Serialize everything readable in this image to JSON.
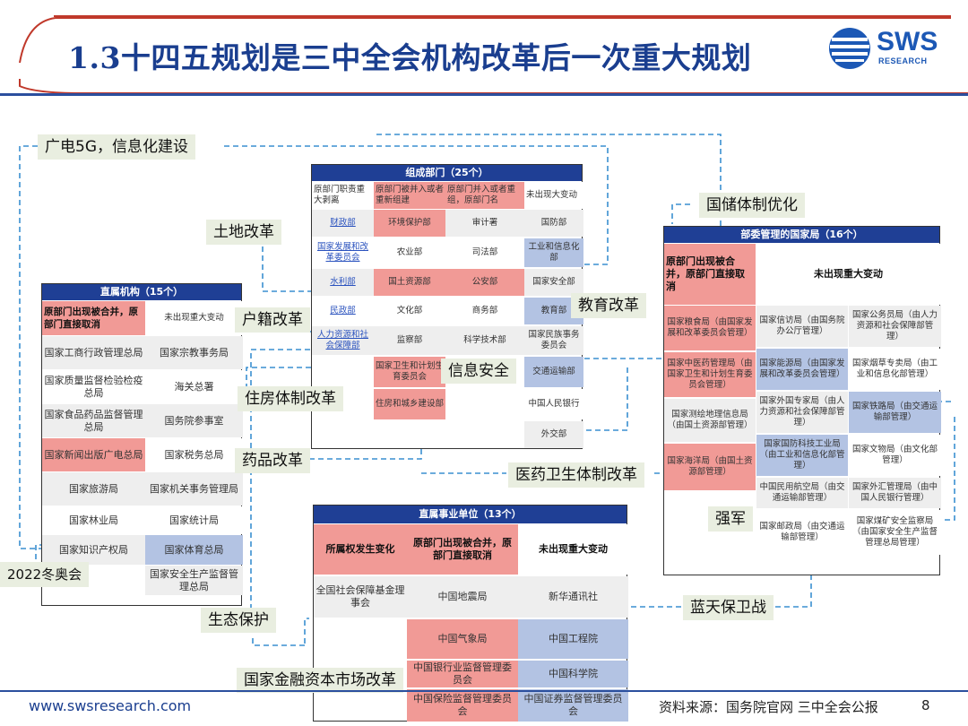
{
  "header": {
    "title": "1.3十四五规划是三中全会机构改革后一次重大规划",
    "logo_text": "SWS",
    "logo_sub": "RESEARCH"
  },
  "footer": {
    "url": "www.swsresearch.com",
    "source": "资料来源：国务院官网  三中全会公报",
    "page": "8"
  },
  "labels": {
    "gd5g": "广电5G，信息化建设",
    "land": "土地改革",
    "huji": "户籍改革",
    "housing": "住房体制改革",
    "drug": "药品改革",
    "olympics": "2022冬奥会",
    "eco": "生态保护",
    "finance": "国家金融资本市场改革",
    "reserve": "国储体制优化",
    "edu": "教育改革",
    "infosec": "信息安全",
    "medical": "医药卫生体制改革",
    "army": "强军",
    "bluesky": "蓝天保卫战"
  },
  "zubu": {
    "caption": "组成部门（25个）",
    "h1": "原部门职责重大剥离",
    "h2": "原部门被并入或者重新组建",
    "h3": "原部门并入或者重组，原部门名",
    "h4": "未出现大变动",
    "r1": [
      "财政部",
      "环境保护部",
      "审计署",
      "国防部"
    ],
    "r2": [
      "国家发展和改革委员会",
      "农业部",
      "司法部",
      "工业和信息化部"
    ],
    "r3": [
      "水利部",
      "国土资源部",
      "公安部",
      "国家安全部"
    ],
    "r4": [
      "民政部",
      "文化部",
      "商务部",
      "教育部"
    ],
    "r5": [
      "人力资源和社会保障部",
      "监察部",
      "科学技术部",
      "国家民族事务委员会"
    ],
    "r6": [
      "国家卫生和计划生育委员会",
      "交通运输部"
    ],
    "r7": [
      "住房和城乡建设部",
      "中国人民银行"
    ],
    "r8": [
      "外交部"
    ]
  },
  "zhishu": {
    "caption": "直属机构（15个）",
    "h1": "原部门出现被合并，原部门直接取消",
    "h2": "未出现重大变动",
    "rows": [
      [
        "国家工商行政管理总局",
        "国家宗教事务局"
      ],
      [
        "国家质量监督检验检疫总局",
        "海关总署"
      ],
      [
        "国家食品药品监督管理总局",
        "国务院参事室"
      ],
      [
        "国家新闻出版广电总局",
        "国家税务总局"
      ],
      [
        "国家旅游局",
        "国家机关事务管理局"
      ],
      [
        "国家林业局",
        "国家统计局"
      ],
      [
        "国家知识产权局",
        "国家体育总局"
      ],
      [
        "",
        "国家安全生产监督管理总局"
      ]
    ]
  },
  "shiye": {
    "caption": "直属事业单位（13个）",
    "h1": "所属权发生变化",
    "h2": "原部门出现被合并，原部门直接取消",
    "h3": "未出现重大变动",
    "r1": [
      "全国社会保障基金理事会",
      "中国地震局",
      "新华通讯社"
    ],
    "r2": [
      "中国气象局",
      "中国工程院"
    ],
    "r3": [
      "中国银行业监督管理委员会",
      "中国科学院"
    ],
    "r4": [
      "中国保险监督管理委员会",
      "中国证券监督管理委员会"
    ]
  },
  "juju": {
    "caption": "部委管理的国家局（16个）",
    "h1": "原部门出现被合并，原部门直接取消",
    "h2": "未出现重大变动",
    "c1": [
      "国家粮食局（由国家发展和改革委员会管理）",
      "国家中医药管理局（由国家卫生和计划生育委员会管理）",
      "国家测绘地理信息局（由国土资源部管理）",
      "国家海洋局（由国土资源部管理）"
    ],
    "c2": [
      "国家信访局（由国务院办公厅管理）",
      "国家能源局（由国家发展和改革委员会管理）",
      "国家外国专家局（由人力资源和社会保障部管理）",
      "国家国防科技工业局（由工业和信息化部管理）",
      "中国民用航空局（由交通运输部管理）",
      "国家邮政局（由交通运输部管理）"
    ],
    "c3": [
      "国家公务员局（由人力资源和社会保障部管理）",
      "国家烟草专卖局（由工业和信息化部管理）",
      "国家铁路局（由交通运输部管理）",
      "国家文物局（由文化部管理）",
      "国家外汇管理局（由中国人民银行管理）",
      "国家煤矿安全监察局（由国家安全生产监督管理总局管理）"
    ]
  },
  "colors": {
    "navy": "#1f3f95",
    "red": "#f19a96",
    "blue": "#b3c3e3",
    "dash": "#3a8fd0",
    "title": "#1a3e8f"
  }
}
